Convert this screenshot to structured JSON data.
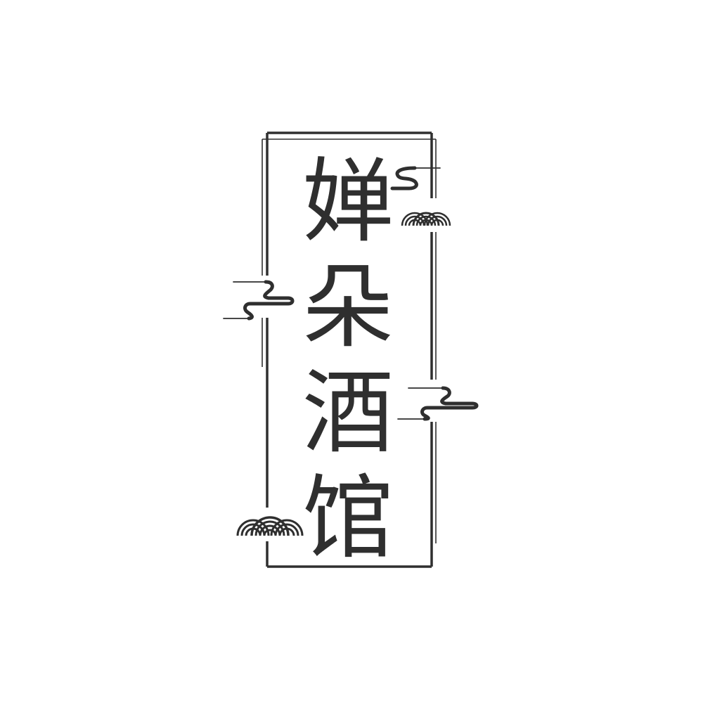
{
  "logo": {
    "characters": [
      "婵",
      "朵",
      "酒",
      "馆"
    ],
    "full_name": "婵朵酒馆",
    "colors": {
      "ink": "#2f2f2f",
      "background": "#ffffff"
    },
    "decorations": [
      "cloud-swirl-icon-top-right",
      "wave-hill-icon-top-right",
      "cloud-swirl-icon-left",
      "cloud-swirl-icon-right",
      "wave-hill-icon-bottom-left"
    ]
  }
}
